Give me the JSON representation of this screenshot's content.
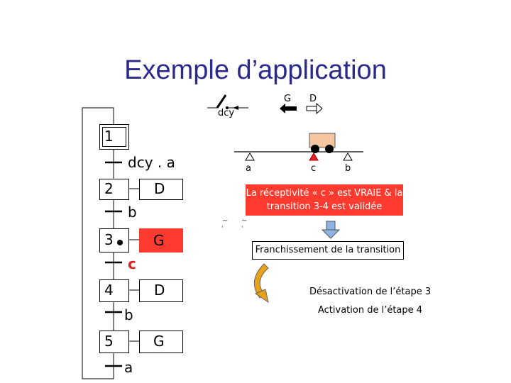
{
  "title": "Exemple d’application",
  "machine": {
    "dcy_label": "dcy",
    "G_label": "G",
    "D_label": "D",
    "sensors": [
      "a",
      "c",
      "b"
    ]
  },
  "grafcet": {
    "steps": [
      {
        "num": "1",
        "action": ""
      },
      {
        "num": "2",
        "action": "D"
      },
      {
        "num": "3",
        "action": "G"
      },
      {
        "num": "4",
        "action": "D"
      },
      {
        "num": "5",
        "action": "G"
      }
    ],
    "transitions": [
      "dcy . a",
      "b",
      "c",
      "b",
      "a"
    ]
  },
  "annotations": {
    "receptivity": "La réceptivité « c » est VRAIE & la transition 3-4 est validée",
    "franchissement": "Franchissement de la transition",
    "desactivation": "Désactivation de l’étape 3",
    "activation": "Activation de l’étape 4"
  },
  "colors": {
    "title": "#2a2a8c",
    "active_action": "#ff3b30",
    "receptivity_box": "#ff3b30",
    "carriage": "#f6c6a0",
    "arrow_down": "#8fb4e3",
    "curved_arrow": "#e8a21a"
  }
}
